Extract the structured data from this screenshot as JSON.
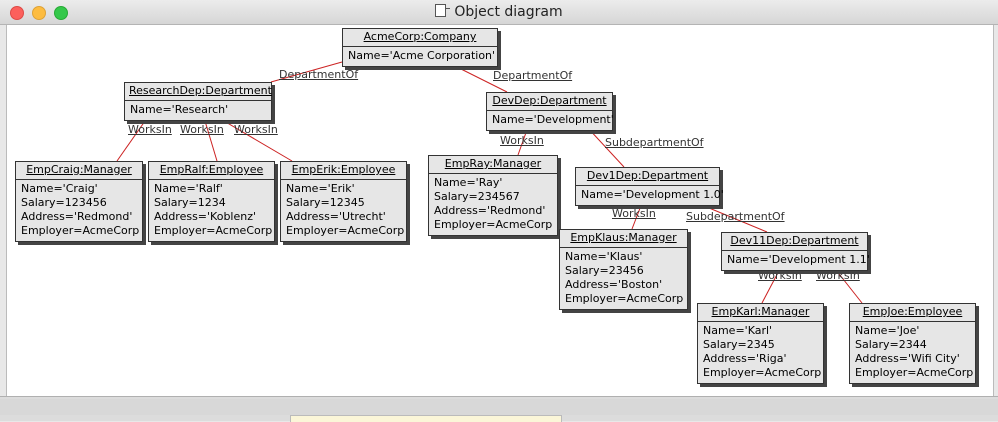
{
  "window": {
    "title": "Object diagram"
  },
  "objects": [
    {
      "id": "acme",
      "name": "AcmeCorp:Company",
      "attrs": [
        "Name='Acme Corporation'"
      ]
    },
    {
      "id": "research",
      "name": "ResearchDep:Department",
      "attrs": [
        "Name='Research'"
      ]
    },
    {
      "id": "dev",
      "name": "DevDep:Department",
      "attrs": [
        "Name='Development'"
      ]
    },
    {
      "id": "craig",
      "name": "EmpCraig:Manager",
      "attrs": [
        "Name='Craig'",
        "Salary=123456",
        "Address='Redmond'",
        "Employer=AcmeCorp"
      ]
    },
    {
      "id": "ralf",
      "name": "EmpRalf:Employee",
      "attrs": [
        "Name='Ralf'",
        "Salary=1234",
        "Address='Koblenz'",
        "Employer=AcmeCorp"
      ]
    },
    {
      "id": "erik",
      "name": "EmpErik:Employee",
      "attrs": [
        "Name='Erik'",
        "Salary=12345",
        "Address='Utrecht'",
        "Employer=AcmeCorp"
      ]
    },
    {
      "id": "ray",
      "name": "EmpRay:Manager",
      "attrs": [
        "Name='Ray'",
        "Salary=234567",
        "Address='Redmond'",
        "Employer=AcmeCorp"
      ]
    },
    {
      "id": "dev1",
      "name": "Dev1Dep:Department",
      "attrs": [
        "Name='Development 1.0'"
      ]
    },
    {
      "id": "klaus",
      "name": "EmpKlaus:Manager",
      "attrs": [
        "Name='Klaus'",
        "Salary=23456",
        "Address='Boston'",
        "Employer=AcmeCorp"
      ]
    },
    {
      "id": "dev11",
      "name": "Dev11Dep:Department",
      "attrs": [
        "Name='Development 1.1'"
      ]
    },
    {
      "id": "karl",
      "name": "EmpKarl:Manager",
      "attrs": [
        "Name='Karl'",
        "Salary=2345",
        "Address='Riga'",
        "Employer=AcmeCorp"
      ]
    },
    {
      "id": "joe",
      "name": "EmpJoe:Employee",
      "attrs": [
        "Name='Joe'",
        "Salary=2344",
        "Address='Wifi City'",
        "Employer=AcmeCorp"
      ]
    }
  ],
  "links": [
    {
      "label": "DepartmentOf"
    },
    {
      "label": "DepartmentOf"
    },
    {
      "label": "WorksIn"
    },
    {
      "label": "WorksIn"
    },
    {
      "label": "WorksIn"
    },
    {
      "label": "WorksIn"
    },
    {
      "label": "SubdepartmentOf"
    },
    {
      "label": "WorksIn"
    },
    {
      "label": "SubdepartmentOf"
    },
    {
      "label": "WorksIn"
    },
    {
      "label": "WorksIn"
    }
  ],
  "colors": {
    "link": "#cc2222",
    "object_fill": "#e6e6e6"
  }
}
